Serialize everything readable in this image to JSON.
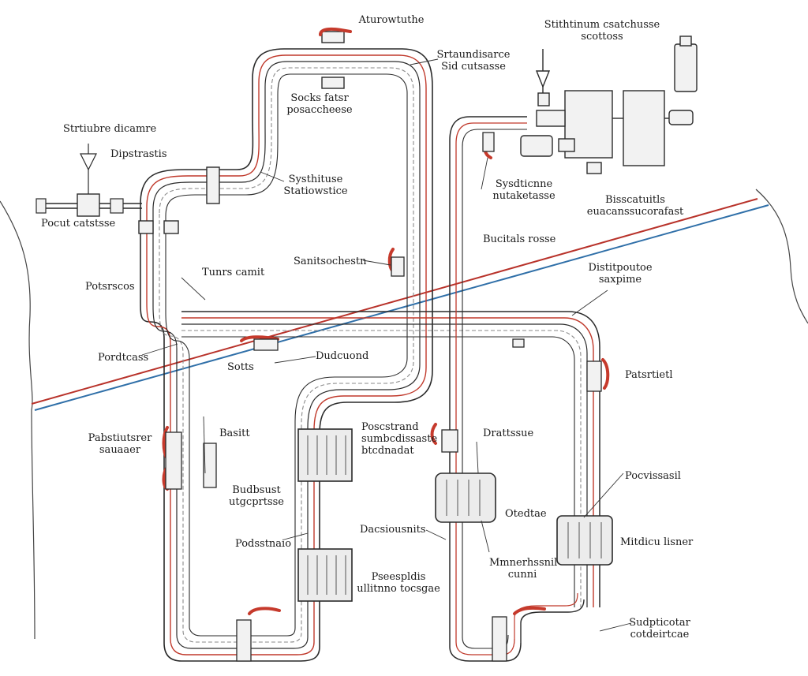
{
  "colors": {
    "pipe_black": "#2a2a2a",
    "pipe_red": "#c0392b",
    "pipe_grey": "#8a8a8a",
    "line_red": "#b8322a",
    "line_blue": "#2f6fa8",
    "valve_red": "#c63a2c",
    "component_fill": "#f2f2f2",
    "background": "#ffffff"
  },
  "labels": [
    {
      "id": "top-center-label",
      "text": "Aturowtuthe"
    },
    {
      "id": "upper-pipe-label",
      "text": "Srtaundisarce\nSid cutsasse"
    },
    {
      "id": "center-top-label",
      "text": "Socks fatsr\nposaccheese"
    },
    {
      "id": "top-right-label",
      "text": "Stithtinum csatchusse\nscottoss"
    },
    {
      "id": "left-valve-label",
      "text": "Strtiubre dicamre"
    },
    {
      "id": "left-component-label",
      "text": "Dipstrastis"
    },
    {
      "id": "left-outlet-label",
      "text": "Pocut catstsse"
    },
    {
      "id": "center-upper-label",
      "text": "Systhituse\nStatiowstice"
    },
    {
      "id": "right-valve-label",
      "text": "Sysdticnne\nnutaketasse"
    },
    {
      "id": "right-unit-label",
      "text": "Bisscatuitls\neuacanssucorafast"
    },
    {
      "id": "mid-right-label",
      "text": "Bucitals rosse"
    },
    {
      "id": "center-label-a",
      "text": "Sanitsochestn"
    },
    {
      "id": "center-label-b",
      "text": "Tunrs camit"
    },
    {
      "id": "left-mid-label",
      "text": "Potsrscos"
    },
    {
      "id": "right-distribution-label",
      "text": "Distitpoutoe\nsaxpime"
    },
    {
      "id": "left-lower-label",
      "text": "Pordtcass"
    },
    {
      "id": "lower-center-label",
      "text": "Sotts"
    },
    {
      "id": "center-lower-label",
      "text": "Dudcuond"
    },
    {
      "id": "right-side-label",
      "text": "Patsrtietl"
    },
    {
      "id": "left-bottom-label",
      "text": "Pabstiutsrer\nsauaaer"
    },
    {
      "id": "mid-left-label",
      "text": "Basitt"
    },
    {
      "id": "center-block-label",
      "text": "Poscstrand\nsumbcdissaste\nbtcdnadat"
    },
    {
      "id": "right-block-label",
      "text": "Drattssue"
    },
    {
      "id": "right-lower-label",
      "text": "Pocvissasil"
    },
    {
      "id": "left-lower2-label",
      "text": "Budbsust\nutgcprtsse"
    },
    {
      "id": "center-mid-label",
      "text": "Otedtae"
    },
    {
      "id": "center-low-label",
      "text": "Dacsiousnits"
    },
    {
      "id": "right-far-label",
      "text": "Mitdicu lisner"
    },
    {
      "id": "left-low-label",
      "text": "Podsstnaio"
    },
    {
      "id": "bottom-center-label",
      "text": "Pseespldis\nullitnno tocsgae"
    },
    {
      "id": "bottom-mid-label",
      "text": "Mmnerhssnil\ncunni"
    },
    {
      "id": "bottom-right-label",
      "text": "Sudpticotar\ncotdeirtcae"
    }
  ]
}
